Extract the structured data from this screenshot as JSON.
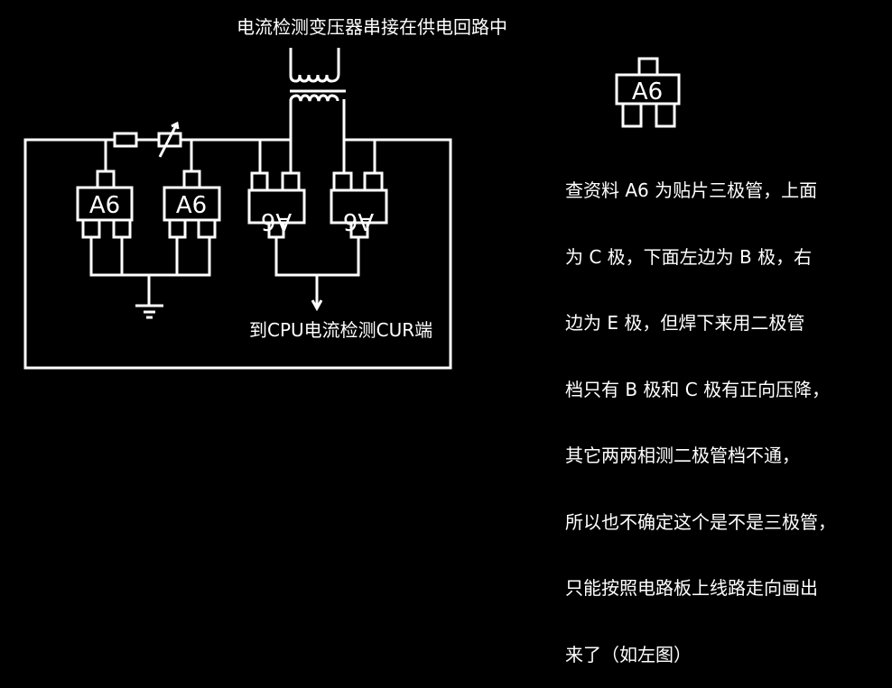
{
  "title": "电流检测变压器串接在供电回路中",
  "output_label": "到CPU电流检测CUR端",
  "component_marking": "A6",
  "note_lines": [
    "查资料 A6 为贴片三极管，上面",
    "为 C 极，下面左边为 B 极，右",
    "边为 E 极，但焊下来用二极管",
    "档只有 B 极和 C 极有正向压降，",
    "其它两两相测二极管档不通，",
    "所以也不确定这个是不是三极管，",
    "只能按照电路板上线路走向画出",
    "来了（如左图）"
  ]
}
